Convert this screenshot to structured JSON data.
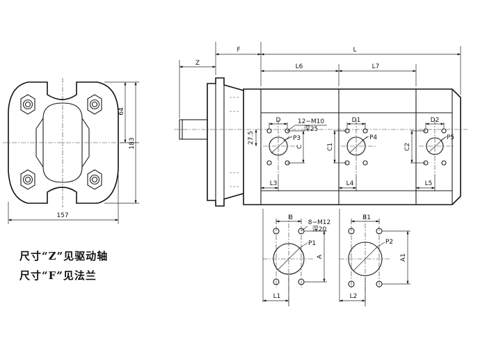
{
  "front_view": {
    "dim_height_upper": "64",
    "dim_height_total": "183",
    "dim_width": "157"
  },
  "side_view": {
    "dim_z": "Z",
    "dim_f": "F",
    "dim_l": "L",
    "dim_l6": "L6",
    "dim_l7": "L7",
    "dim_d": "D",
    "dim_d1": "D1",
    "dim_d2": "D2",
    "thread_main": "12−M10",
    "thread_main_depth": "深25",
    "port_p3": "P3",
    "port_p4": "P4",
    "port_p5": "P5",
    "dim_275": "27.5",
    "dim_c": "C",
    "dim_c1": "C1",
    "dim_c2": "C2",
    "dim_l3": "L3",
    "dim_l4": "L4",
    "dim_l5": "L5"
  },
  "port_views": {
    "dim_b": "B",
    "dim_b1": "B1",
    "thread_port": "8−M12",
    "thread_port_depth": "深20",
    "port_p1": "P1",
    "port_p2": "P2",
    "dim_a": "A",
    "dim_a1": "A1",
    "dim_l1": "L1",
    "dim_l2": "L2"
  },
  "notes": [
    "尺寸“Z”见驱动轴",
    "尺寸“F”见法兰"
  ]
}
